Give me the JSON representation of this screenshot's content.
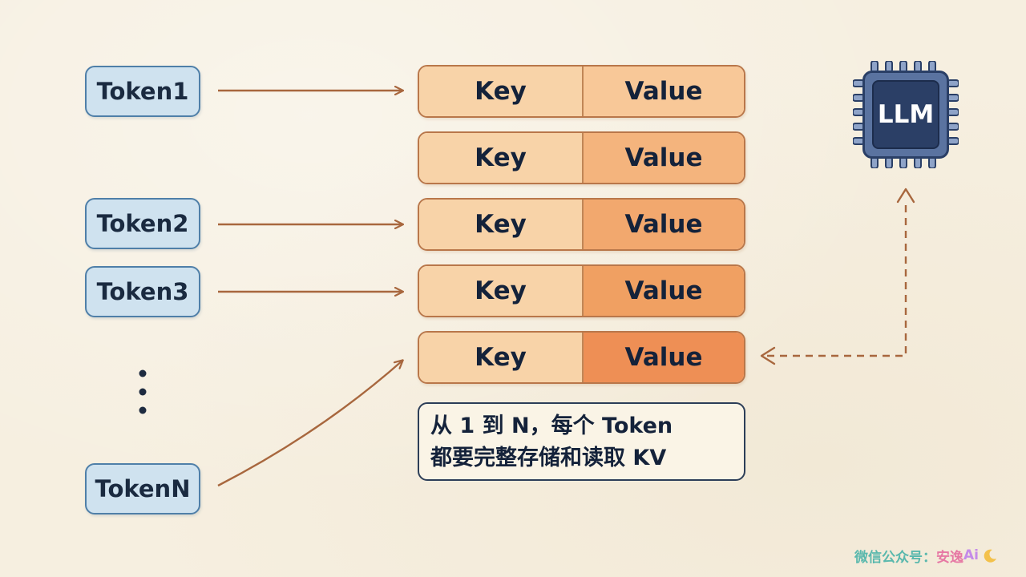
{
  "tokens": [
    {
      "label": "Token1"
    },
    {
      "label": "Token2"
    },
    {
      "label": "Token3"
    },
    {
      "label": "TokenN"
    }
  ],
  "kv_rows": [
    {
      "key": "Key",
      "value": "Value"
    },
    {
      "key": "Key",
      "value": "Value"
    },
    {
      "key": "Key",
      "value": "Value"
    },
    {
      "key": "Key",
      "value": "Value"
    },
    {
      "key": "Key",
      "value": "Value"
    }
  ],
  "caption": {
    "line1": "从 1 到 N，每个 Token",
    "line2": "都要完整存储和读取 KV"
  },
  "chip": {
    "label": "LLM"
  },
  "watermark": {
    "prefix": "微信公众号：",
    "name": "安逸",
    "suffix": "Ai"
  },
  "colors": {
    "token_fill": "#cfe2ef",
    "token_border": "#4f7fa8",
    "key_fill": "#f8d3a8",
    "value_fill_light": "#f7c594",
    "value_fill_dark": "#ef9258",
    "kv_border": "#b9774a",
    "arrow": "#a8673e",
    "caption_border": "#2c3e58",
    "chip_fill": "#2b3f66"
  },
  "icons": [
    "chip-icon",
    "ellipsis-icon"
  ]
}
